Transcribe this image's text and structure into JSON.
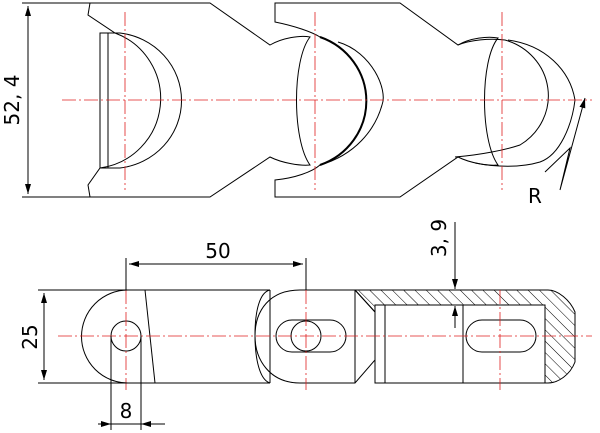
{
  "colors": {
    "outline": "#000000",
    "centerline": "#e02020",
    "background": "#ffffff"
  },
  "dimensions": {
    "height": "52, 4",
    "pitch": "50",
    "thickness": "3, 9",
    "width": "25",
    "hole": "8",
    "radius": "R"
  }
}
